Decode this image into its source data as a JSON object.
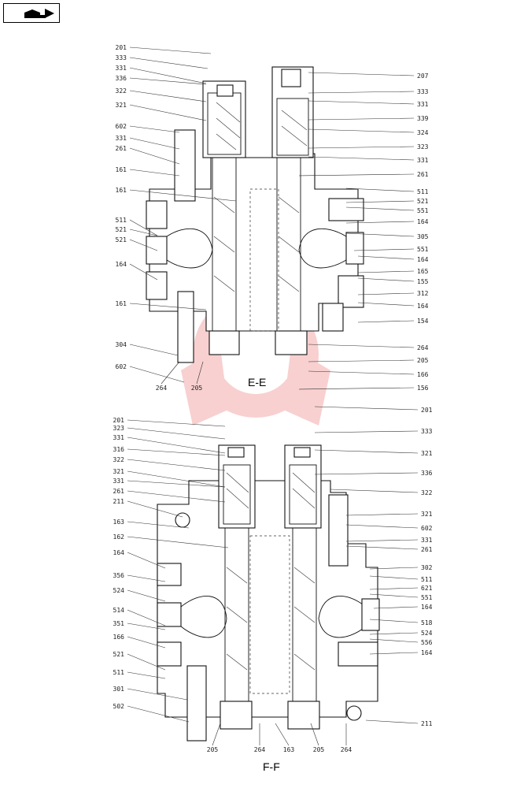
{
  "nav": {
    "icon": "page-return-icon"
  },
  "watermark": {
    "color": "#e03030"
  },
  "views": [
    {
      "id": "view-e-e",
      "title": "E-E",
      "left_labels": [
        "201",
        "333",
        "331",
        "336",
        "322",
        "321",
        "602",
        "331",
        "261",
        "161",
        "161",
        "511",
        "521",
        "521",
        "164",
        "161",
        "304",
        "602",
        "264",
        "205"
      ],
      "right_labels": [
        "207",
        "333",
        "331",
        "339",
        "324",
        "323",
        "331",
        "261",
        "511",
        "521",
        "551",
        "164",
        "305",
        "551",
        "164",
        "165",
        "155",
        "312",
        "164",
        "154",
        "264",
        "205",
        "166",
        "156"
      ]
    },
    {
      "id": "view-f-f",
      "title": "F-F",
      "left_labels": [
        "201",
        "323",
        "331",
        "316",
        "322",
        "321",
        "331",
        "261",
        "211",
        "163",
        "162",
        "164",
        "356",
        "524",
        "514",
        "351",
        "166",
        "521",
        "511",
        "301",
        "502",
        "205",
        "264",
        "163",
        "205",
        "264"
      ],
      "right_labels": [
        "201",
        "333",
        "321",
        "336",
        "322",
        "321",
        "602",
        "331",
        "261",
        "302",
        "511",
        "621",
        "551",
        "164",
        "518",
        "524",
        "556",
        "164",
        "211"
      ]
    }
  ]
}
